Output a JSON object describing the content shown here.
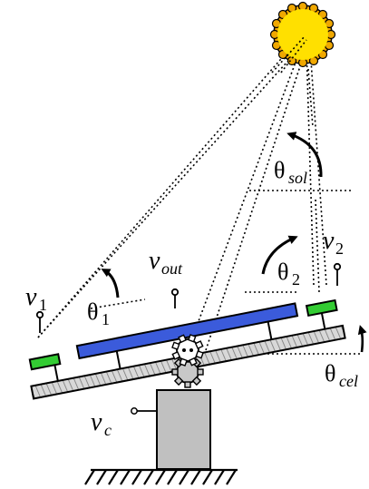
{
  "labels": {
    "v1": {
      "main": "v",
      "sub": "1"
    },
    "v2": {
      "main": "v",
      "sub": "2"
    },
    "vout": {
      "main": "v",
      "sub": "out"
    },
    "vc": {
      "main": "v",
      "sub": "c"
    },
    "theta1": {
      "main": "θ",
      "sub": "1"
    },
    "theta2": {
      "main": "θ",
      "sub": "2"
    },
    "theta_sol": {
      "main": "θ",
      "sub": "sol"
    },
    "theta_cel": {
      "main": "θ",
      "sub": "cel"
    }
  },
  "colors": {
    "sun_fill": "#FFE000",
    "sun_rim": "#F0A800",
    "panel": "#3B5BDB",
    "sensor": "#33CC33",
    "platform_hatch": "#9a9a9a",
    "post": "#c0c0c0",
    "ink": "#000000"
  },
  "icons": [
    "sun-icon",
    "gear-icon",
    "ground-hatch-icon",
    "probe-icon",
    "rotation-arrow-icon"
  ]
}
